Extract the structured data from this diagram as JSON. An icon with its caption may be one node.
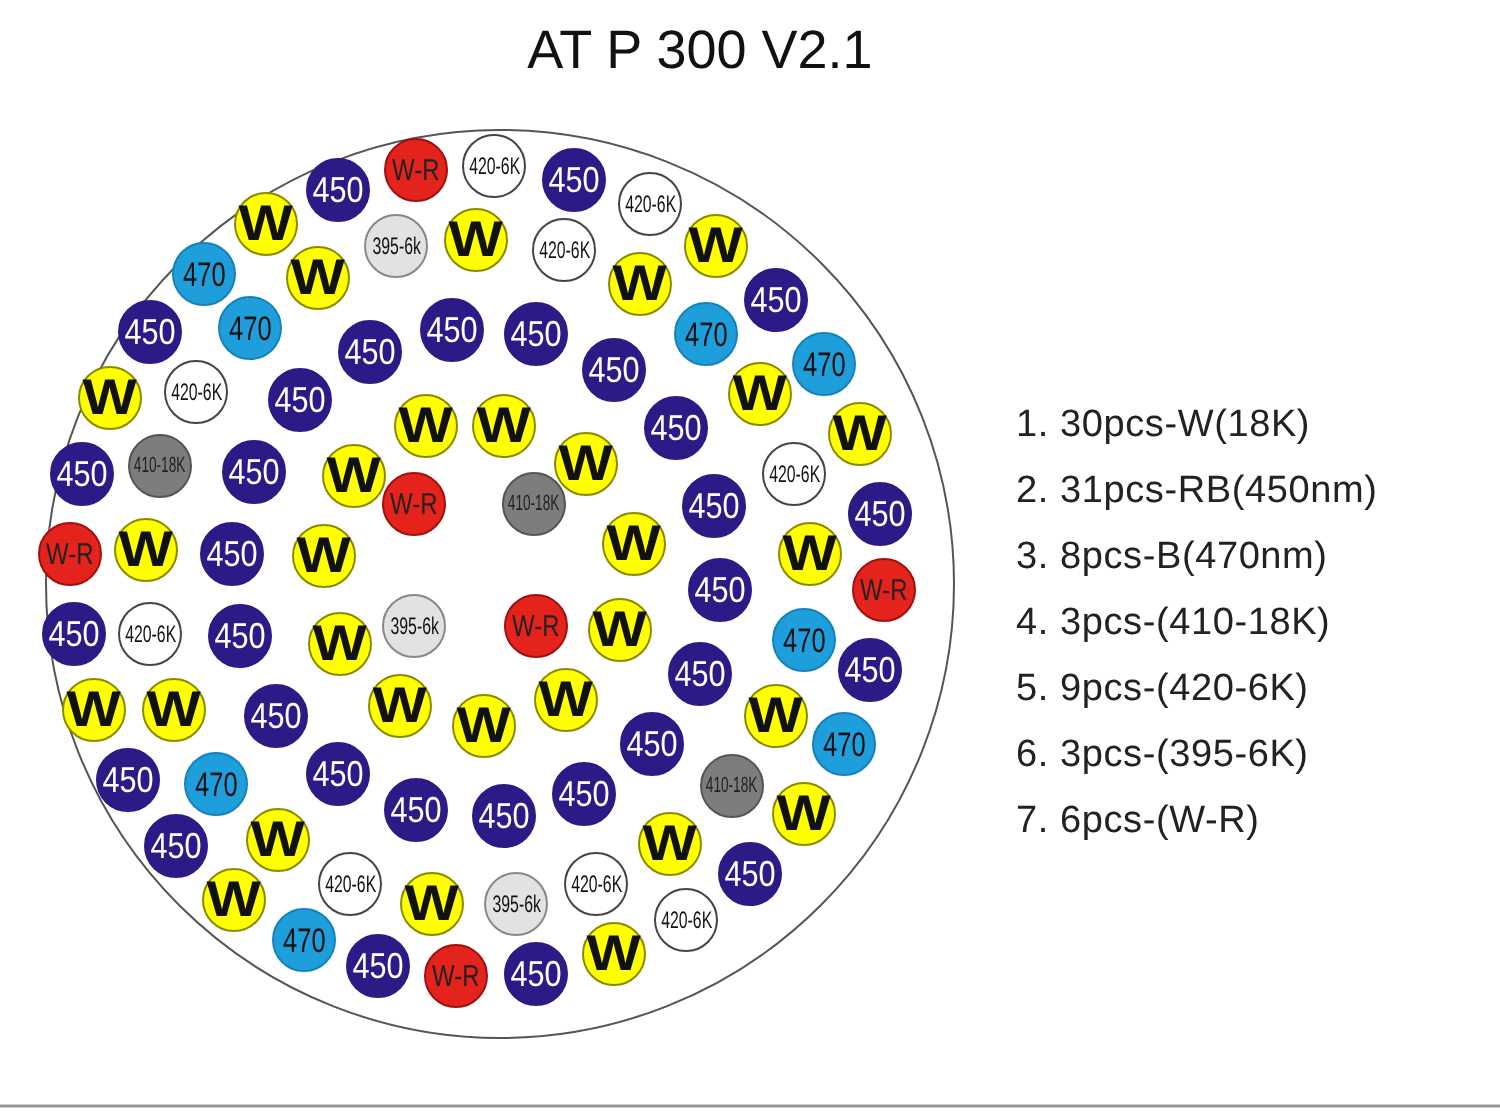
{
  "diagram": {
    "title": "AT P 300 V2.1",
    "nodes": [
      {
        "text": [
          "420-6K"
        ]
      },
      {
        "text": [
          "W-R"
        ]
      },
      {
        "text": [
          "450"
        ]
      },
      {
        "text": [
          "450"
        ]
      },
      {
        "text": [
          "420-6K"
        ]
      },
      {
        "text": [
          "W"
        ]
      },
      {
        "text": [
          "W"
        ]
      },
      {
        "text": [
          "395-6k"
        ]
      },
      {
        "text": [
          "W"
        ]
      },
      {
        "text": [
          "420-6K"
        ]
      },
      {
        "text": [
          "470"
        ]
      },
      {
        "text": [
          "W"
        ]
      },
      {
        "text": [
          "W"
        ]
      },
      {
        "text": [
          "450"
        ]
      },
      {
        "text": [
          "470"
        ]
      },
      {
        "text": [
          "450"
        ]
      },
      {
        "text": [
          "450"
        ]
      },
      {
        "text": [
          "450"
        ]
      },
      {
        "text": [
          "470"
        ]
      },
      {
        "text": [
          "450"
        ]
      },
      {
        "text": [
          "470"
        ]
      },
      {
        "text": [
          "450"
        ]
      },
      {
        "text": [
          "420-6K"
        ]
      },
      {
        "text": [
          "W"
        ]
      },
      {
        "text": [
          "W"
        ]
      },
      {
        "text": [
          "450"
        ]
      },
      {
        "text": [
          "W"
        ]
      },
      {
        "text": [
          "W"
        ]
      },
      {
        "text": [
          "450"
        ]
      },
      {
        "text": [
          "W"
        ]
      },
      {
        "text": [
          "410-18K"
        ]
      },
      {
        "text": [
          "450"
        ]
      },
      {
        "text": [
          "450"
        ]
      },
      {
        "text": [
          "420-6K"
        ]
      },
      {
        "text": [
          "W"
        ]
      },
      {
        "text": [
          "W"
        ]
      },
      {
        "text": [
          "W-R"
        ]
      },
      {
        "text": [
          "410-18K"
        ]
      },
      {
        "text": [
          "450"
        ]
      },
      {
        "text": [
          "450"
        ]
      },
      {
        "text": [
          "W"
        ]
      },
      {
        "text": [
          "W"
        ]
      },
      {
        "text": [
          "W-R"
        ]
      },
      {
        "text": [
          "450"
        ]
      },
      {
        "text": [
          "W"
        ]
      },
      {
        "text": [
          "W"
        ]
      },
      {
        "text": [
          "450"
        ]
      },
      {
        "text": [
          "W-R"
        ]
      },
      {
        "text": [
          "395-6k"
        ]
      },
      {
        "text": [
          "W-R"
        ]
      },
      {
        "text": [
          "W"
        ]
      },
      {
        "text": [
          "450"
        ]
      },
      {
        "text": [
          "420-6K"
        ]
      },
      {
        "text": [
          "450"
        ]
      },
      {
        "text": [
          "470"
        ]
      },
      {
        "text": [
          "W"
        ]
      },
      {
        "text": [
          "450"
        ]
      },
      {
        "text": [
          "450"
        ]
      },
      {
        "text": [
          "W"
        ]
      },
      {
        "text": [
          "W"
        ]
      },
      {
        "text": [
          "W"
        ]
      },
      {
        "text": [
          "W"
        ]
      },
      {
        "text": [
          "450"
        ]
      },
      {
        "text": [
          "W"
        ]
      },
      {
        "text": [
          "W"
        ]
      },
      {
        "text": [
          "450"
        ]
      },
      {
        "text": [
          "470"
        ]
      },
      {
        "text": [
          "450"
        ]
      },
      {
        "text": [
          "450"
        ]
      },
      {
        "text": [
          "470"
        ]
      },
      {
        "text": [
          "410-18K"
        ]
      },
      {
        "text": [
          "450"
        ]
      },
      {
        "text": [
          "450"
        ]
      },
      {
        "text": [
          "W"
        ]
      },
      {
        "text": [
          "450"
        ]
      },
      {
        "text": [
          "W"
        ]
      },
      {
        "text": [
          "W"
        ]
      },
      {
        "text": [
          "450"
        ]
      },
      {
        "text": [
          "450"
        ]
      },
      {
        "text": [
          "420-6K"
        ]
      },
      {
        "text": [
          "420-6K"
        ]
      },
      {
        "text": [
          "W"
        ]
      },
      {
        "text": [
          "W"
        ]
      },
      {
        "text": [
          "395-6k"
        ]
      },
      {
        "text": [
          "420-6K"
        ]
      },
      {
        "text": [
          "470"
        ]
      },
      {
        "text": [
          "W"
        ]
      },
      {
        "text": [
          "450"
        ]
      },
      {
        "text": [
          "450"
        ]
      },
      {
        "text": [
          "W-R"
        ]
      }
    ],
    "labels": [
      "1. 30pcs-W(18K)",
      "2. 31pcs-RB(450nm)",
      "3. 8pcs-B(470nm)",
      "4. 3pcs-(410-18K)",
      "5. 9pcs-(420-6K)",
      "6. 3pcs-(395-6K)",
      "7. 6pcs-(W-R)"
    ]
  }
}
